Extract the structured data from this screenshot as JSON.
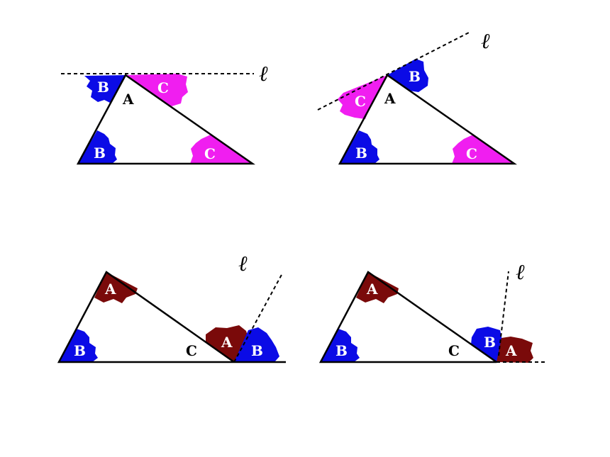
{
  "colors": {
    "B": "#0b0be6",
    "C": "#f01ef0",
    "A": "#7a0a0a",
    "line": "#000000",
    "background": "#ffffff"
  },
  "figures": [
    {
      "id": "fig1",
      "line_label": "ℓ",
      "vertex_label": "A",
      "piece_labels": [
        "B",
        "C",
        "B",
        "C"
      ],
      "piece_colors": [
        "B",
        "C",
        "B",
        "C"
      ]
    },
    {
      "id": "fig2",
      "line_label": "ℓ",
      "vertex_label": "A",
      "piece_labels": [
        "C",
        "B",
        "B",
        "C"
      ],
      "piece_colors": [
        "C",
        "B",
        "B",
        "C"
      ]
    },
    {
      "id": "fig3",
      "line_label": "ℓ",
      "vertex_label": "C",
      "piece_labels": [
        "A",
        "B",
        "A",
        "B"
      ],
      "piece_colors": [
        "A",
        "B",
        "A",
        "B"
      ]
    },
    {
      "id": "fig4",
      "line_label": "ℓ",
      "vertex_label": "C",
      "piece_labels": [
        "A",
        "B",
        "B",
        "A"
      ],
      "piece_colors": [
        "A",
        "B",
        "B",
        "A"
      ]
    }
  ]
}
